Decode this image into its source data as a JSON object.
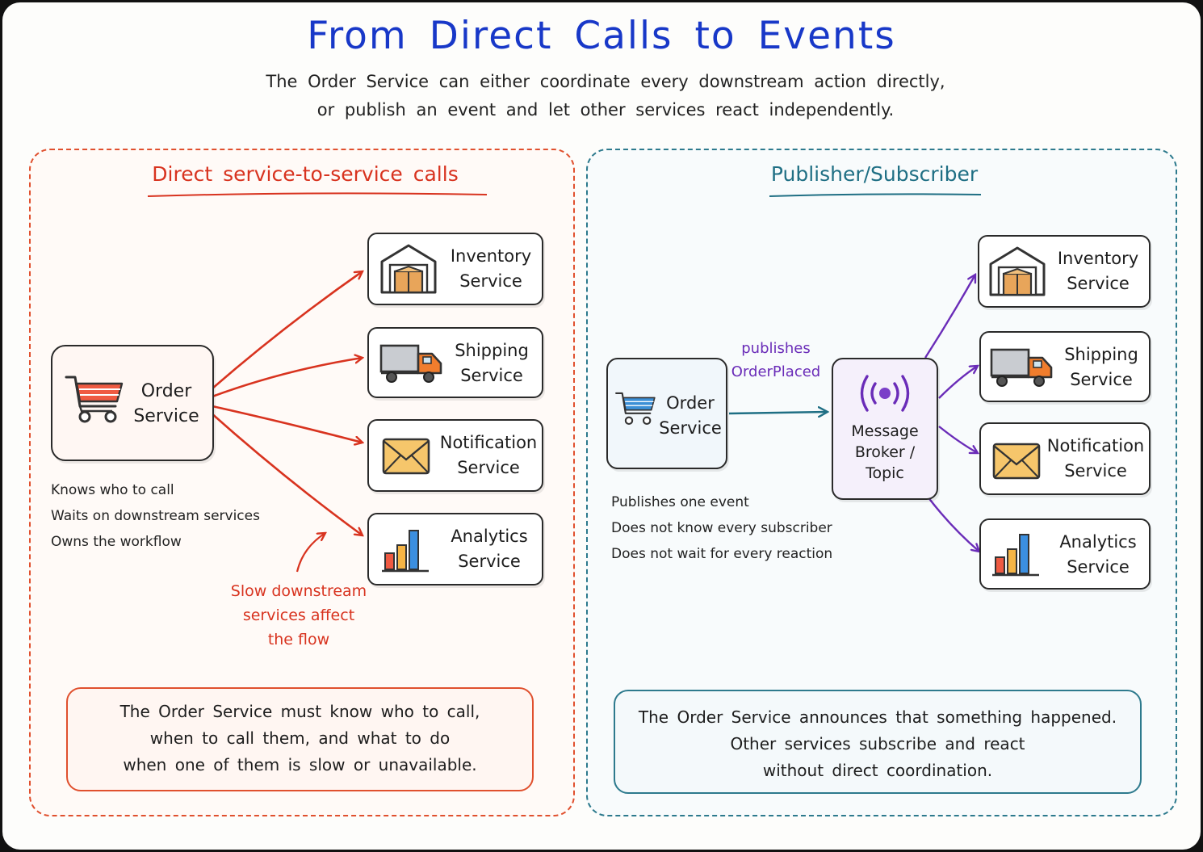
{
  "header": {
    "title": "From Direct Calls to Events",
    "subtitle_line1": "The Order Service can either coordinate every downstream action directly,",
    "subtitle_line2": "or publish an event and let other services react independently."
  },
  "left_panel": {
    "title": "Direct service-to-service calls",
    "order_service": {
      "line1": "Order",
      "line2": "Service",
      "icon": "shopping-cart-icon"
    },
    "services": [
      {
        "line1": "Inventory",
        "line2": "Service",
        "icon": "warehouse-icon"
      },
      {
        "line1": "Shipping",
        "line2": "Service",
        "icon": "truck-icon"
      },
      {
        "line1": "Notification",
        "line2": "Service",
        "icon": "envelope-icon"
      },
      {
        "line1": "Analytics",
        "line2": "Service",
        "icon": "bar-chart-icon"
      }
    ],
    "notes": [
      "Knows who to call",
      "Waits on downstream services",
      "Owns the workflow"
    ],
    "callout": [
      "Slow downstream",
      "services affect",
      "the flow"
    ],
    "summary": [
      "The Order Service must know who to call,",
      "when to call them, and what to do",
      "when one of them is slow or unavailable."
    ],
    "accent": "#e0502e"
  },
  "right_panel": {
    "title": "Publisher/Subscriber",
    "order_service": {
      "line1": "Order",
      "line2": "Service",
      "icon": "shopping-cart-icon"
    },
    "edge_label": [
      "publishes",
      "OrderPlaced"
    ],
    "broker": {
      "line1": "Message",
      "line2": "Broker /",
      "line3": "Topic",
      "icon": "broadcast-icon"
    },
    "services": [
      {
        "line1": "Inventory",
        "line2": "Service",
        "icon": "warehouse-icon"
      },
      {
        "line1": "Shipping",
        "line2": "Service",
        "icon": "truck-icon"
      },
      {
        "line1": "Notification",
        "line2": "Service",
        "icon": "envelope-icon"
      },
      {
        "line1": "Analytics",
        "line2": "Service",
        "icon": "bar-chart-icon"
      }
    ],
    "notes": [
      "Publishes one event",
      "Does not know every subscriber",
      "Does not wait for every reaction"
    ],
    "summary": [
      "The Order Service announces that something happened.",
      "Other services subscribe and react",
      "without direct coordination."
    ],
    "accent": "#2d7a8d",
    "event_color": "#6a2cb8"
  }
}
